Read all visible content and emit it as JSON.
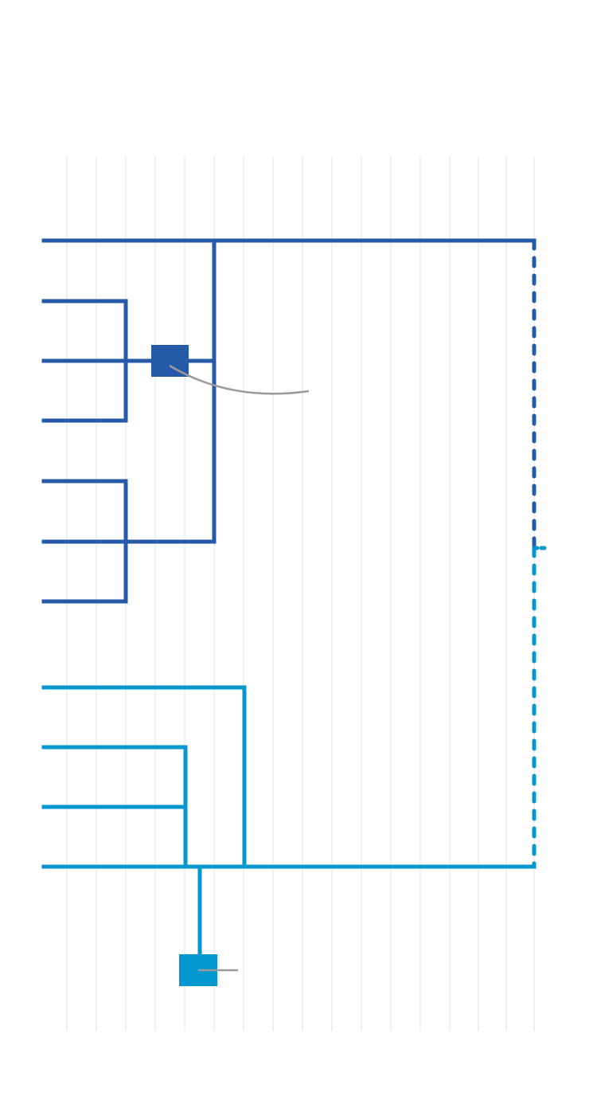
{
  "colors": {
    "group_a": "#245aa8",
    "group_b": "#0397cf",
    "grid": "#e3e3e3",
    "callout": "#9a9a9a",
    "background": "#ffffff"
  },
  "diagram": {
    "type": "bracket-tree",
    "group_a": {
      "name": "",
      "leaf_count": 6,
      "marker": "square",
      "join_style": "dashed"
    },
    "group_b": {
      "name": "",
      "leaf_count": 4,
      "marker": "square",
      "join_style": "dashed"
    },
    "labels": []
  }
}
